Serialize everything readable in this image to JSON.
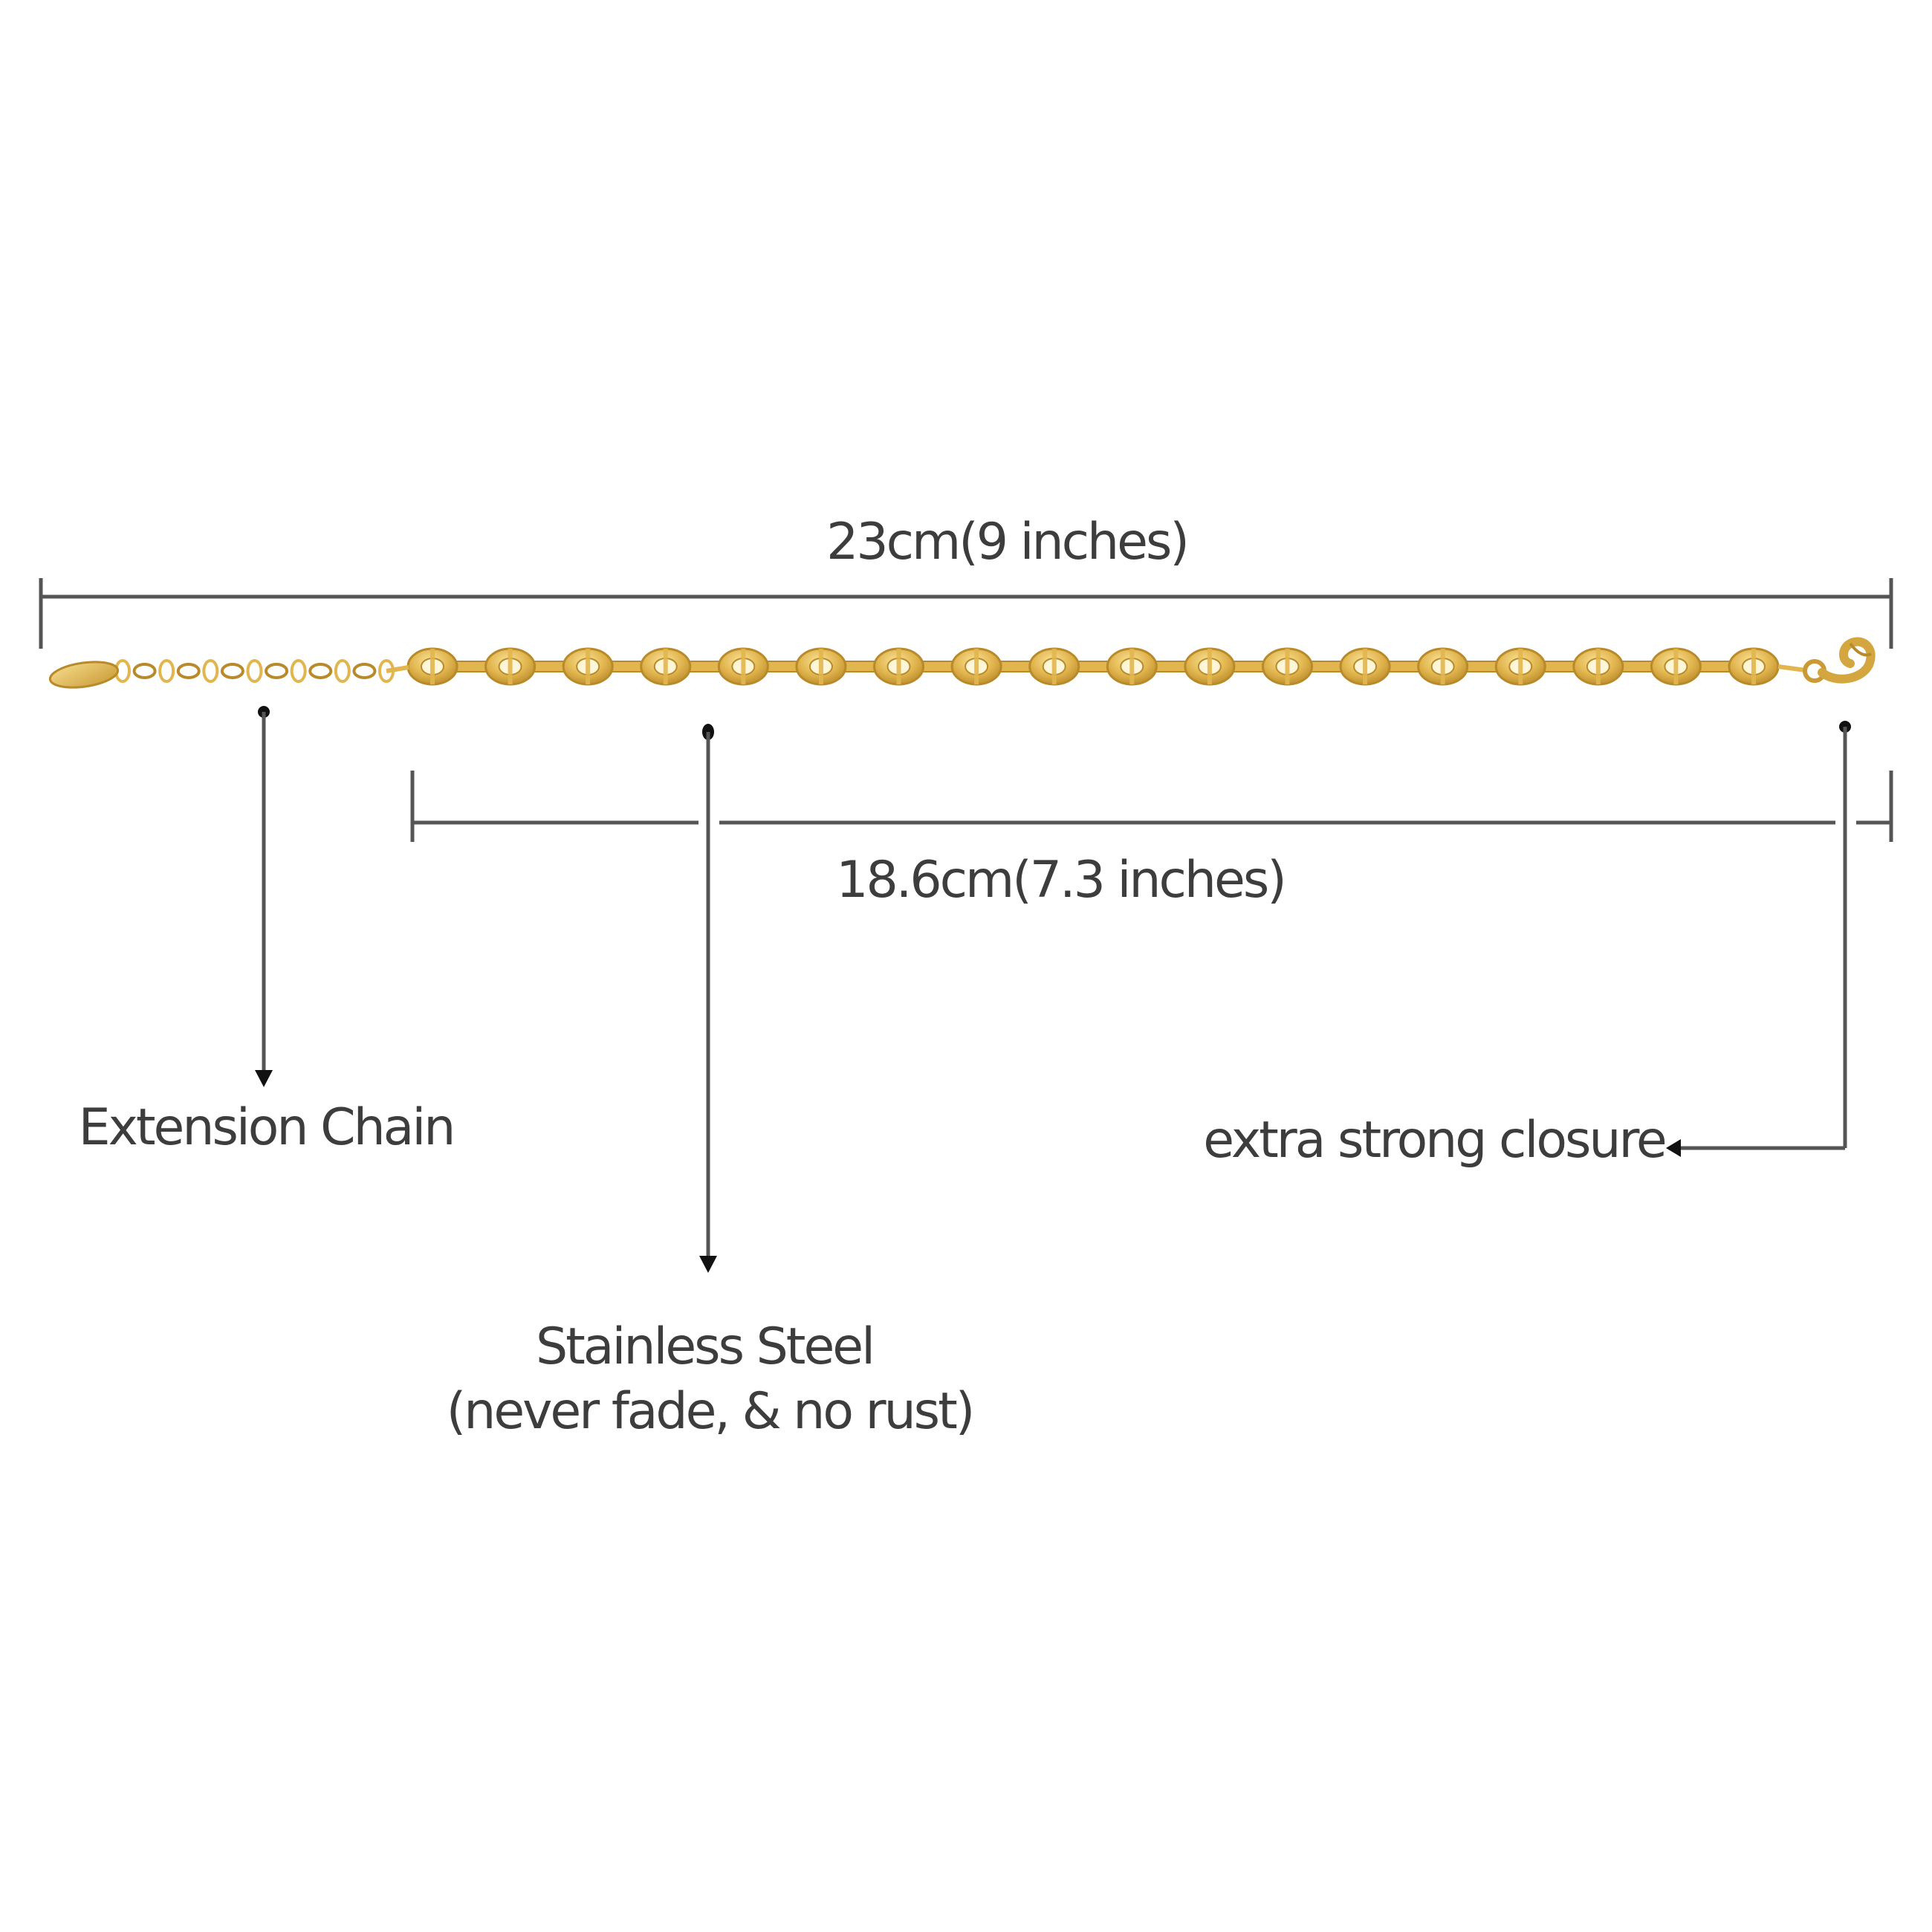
{
  "dimensions": {
    "overall_length": "23cm(9 inches)",
    "bracelet_length": "18.6cm(7.3 inches)"
  },
  "callouts": {
    "extension_chain": "Extension Chain",
    "material_line1": "Stainless Steel",
    "material_line2": "(never fade, & no rust)",
    "closure": "extra strong closure"
  },
  "colors": {
    "gold": "#e2b64f",
    "gold_dark": "#b98a2a",
    "gold_light": "#f6dc8c",
    "line": "#555555",
    "text": "#3d3d3d"
  },
  "bracelet": {
    "link_style": "oval puffed mariner links",
    "link_count": 18,
    "extension_ring_count": 13
  }
}
